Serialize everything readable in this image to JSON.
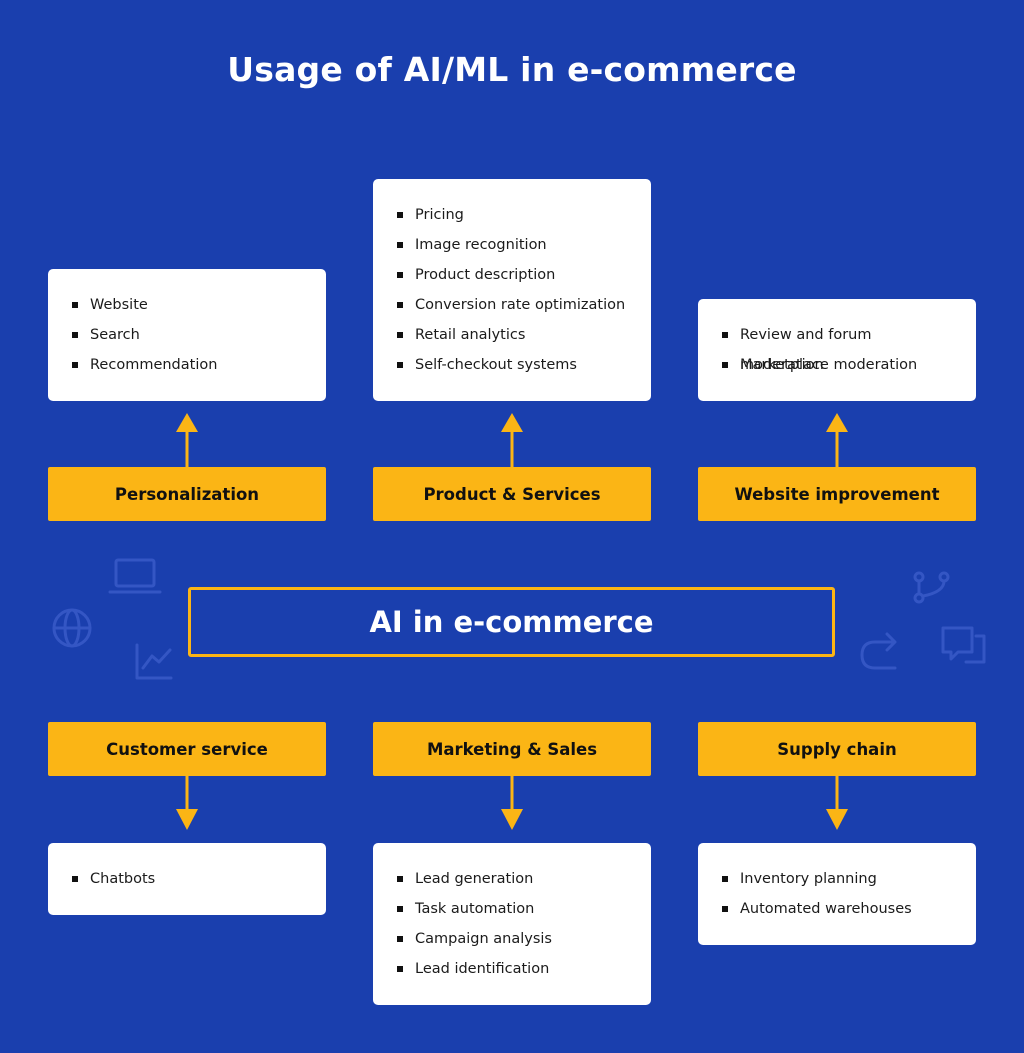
{
  "title": "Usage of AI/ML in e-commerce",
  "center": "AI in e-commerce",
  "colors": {
    "background": "#1a3fae",
    "accent": "#fbb515",
    "card": "#ffffff"
  },
  "top_groups": [
    {
      "category": "Personalization",
      "items": [
        "Website",
        "Search",
        "Recommendation"
      ]
    },
    {
      "category": "Product & Services",
      "items": [
        "Pricing",
        "Image recognition",
        "Product description",
        "Conversion rate optimization",
        "Retail analytics",
        "Self-checkout systems"
      ]
    },
    {
      "category": "Website improvement",
      "items": [
        "Review and forum moderation",
        "Marketplace moderation"
      ]
    }
  ],
  "bottom_groups": [
    {
      "category": "Customer service",
      "items": [
        "Chatbots"
      ]
    },
    {
      "category": "Marketing & Sales",
      "items": [
        "Lead generation",
        "Task automation",
        "Campaign analysis",
        "Lead identification"
      ]
    },
    {
      "category": "Supply chain",
      "items": [
        "Inventory planning",
        "Automated warehouses"
      ]
    }
  ],
  "decorative_icons": [
    "laptop-icon",
    "globe-icon",
    "line-chart-icon",
    "git-branch-icon",
    "redo-arrow-icon",
    "chat-bubbles-icon"
  ]
}
